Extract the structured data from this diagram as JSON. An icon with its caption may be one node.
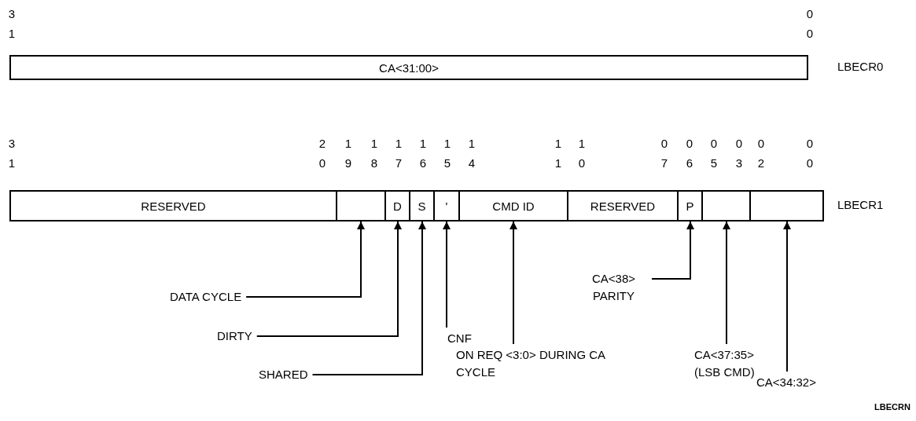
{
  "diagram": {
    "nodes": [
      {
        "text": [
          "CA<31:00>"
        ]
      },
      {
        "text": [
          "RESERVED"
        ]
      },
      {
        "text": [],
        "shape": "box"
      },
      {
        "text": [
          "D"
        ]
      },
      {
        "text": [
          "S"
        ]
      },
      {
        "text": [
          "'"
        ]
      },
      {
        "text": [
          "CMD ID"
        ]
      },
      {
        "text": [
          "RESERVED"
        ]
      },
      {
        "text": [
          "P"
        ]
      },
      {
        "text": [],
        "shape": "box"
      },
      {
        "text": [],
        "shape": "box"
      },
      {
        "text": [
          "DATA CYCLE"
        ]
      },
      {
        "text": [
          "DIRTY"
        ]
      },
      {
        "text": [
          "SHARED"
        ]
      },
      {
        "text": [
          "CNF"
        ]
      },
      {
        "text": [
          "ON REQ <3:0> DURING CA CYCLE"
        ]
      },
      {
        "text": [
          "CA<38> PARITY"
        ]
      },
      {
        "text": [
          "CA<37:35> (LSB CMD)"
        ]
      },
      {
        "text": [
          "CA<34:32>"
        ]
      }
    ],
    "edges": [
      {
        "from": 11,
        "to": 2,
        "arrow": "to"
      },
      {
        "from": 12,
        "to": 3,
        "arrow": "to"
      },
      {
        "from": 13,
        "to": 4,
        "arrow": "to"
      },
      {
        "from": 14,
        "to": 5,
        "arrow": "to"
      },
      {
        "from": 15,
        "to": 6,
        "arrow": "to"
      },
      {
        "from": 16,
        "to": 8,
        "arrow": "to"
      },
      {
        "from": 17,
        "to": 9,
        "arrow": "to"
      },
      {
        "from": 18,
        "to": 10,
        "arrow": "to"
      }
    ],
    "labels": [
      "3 1",
      "0 0",
      "LBECR0",
      "3 1",
      "2 0",
      "1 9",
      "1 8",
      "1 7",
      "1 6",
      "1 5",
      "1 4",
      "1 1",
      "1 0",
      "0 7",
      "0 6",
      "0 5",
      "0 3",
      "0 2",
      "0 0",
      "LBECR1",
      "LBECRN"
    ]
  }
}
